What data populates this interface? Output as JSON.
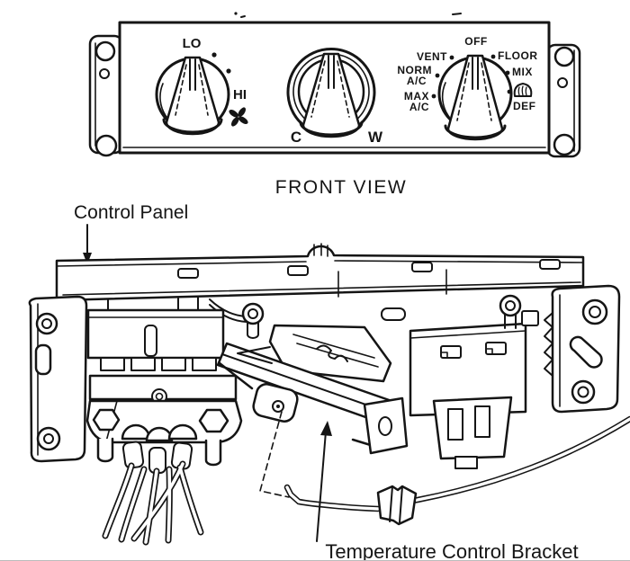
{
  "front_view": {
    "caption": "FRONT VIEW",
    "fan_knob": {
      "lo": "LO",
      "hi": "HI",
      "icon": "fan-icon"
    },
    "temp_knob": {
      "cold": "C",
      "warm": "W"
    },
    "mode_knob": {
      "off": "OFF",
      "vent": "VENT",
      "norm": "NORM",
      "norm_ac": "A/C",
      "max": "MAX",
      "max_ac": "A/C",
      "floor": "FLOOR",
      "mix": "MIX",
      "def": "DEF",
      "icon": "defrost-icon"
    }
  },
  "rear_view": {
    "control_panel_label": "Control Panel",
    "bracket_label": "Temperature Control Bracket"
  },
  "colors": {
    "ink": "#151515",
    "paper": "#ffffff"
  }
}
